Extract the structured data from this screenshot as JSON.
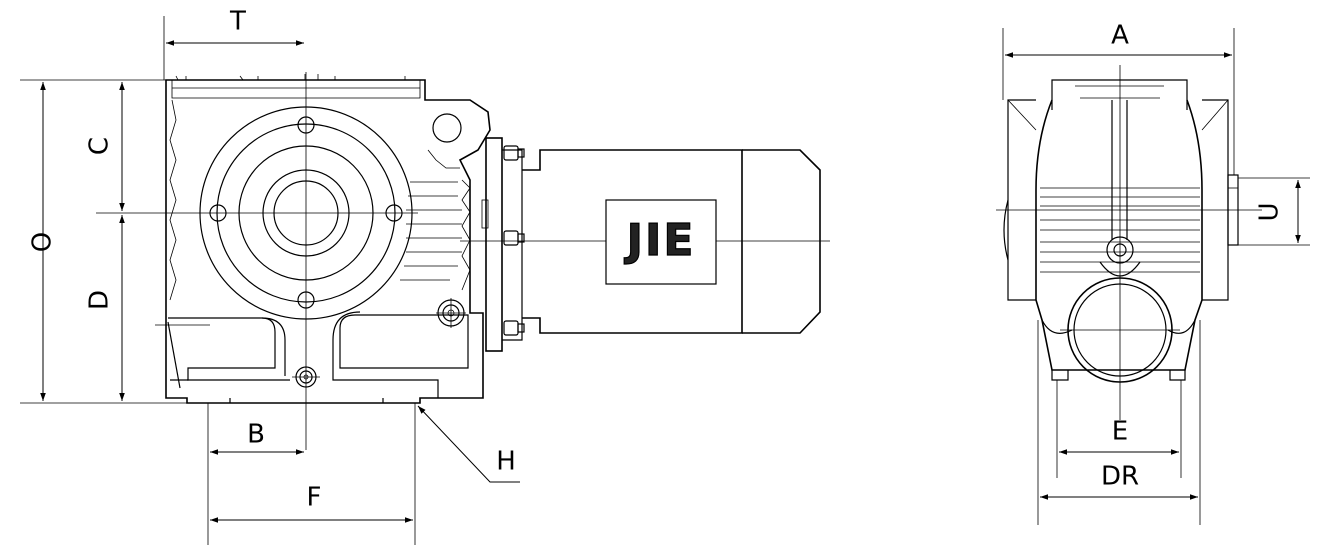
{
  "brand": {
    "logo_text": "JIE"
  },
  "front_view": {
    "dim_T": "T",
    "dim_C": "C",
    "dim_O": "O",
    "dim_D": "D",
    "dim_B": "B",
    "dim_F": "F",
    "dim_H": "H"
  },
  "side_view": {
    "dim_A": "A",
    "dim_U": "U",
    "dim_E": "E",
    "dim_DR": "DR"
  },
  "colors": {
    "line": "#000000",
    "background": "#ffffff"
  }
}
